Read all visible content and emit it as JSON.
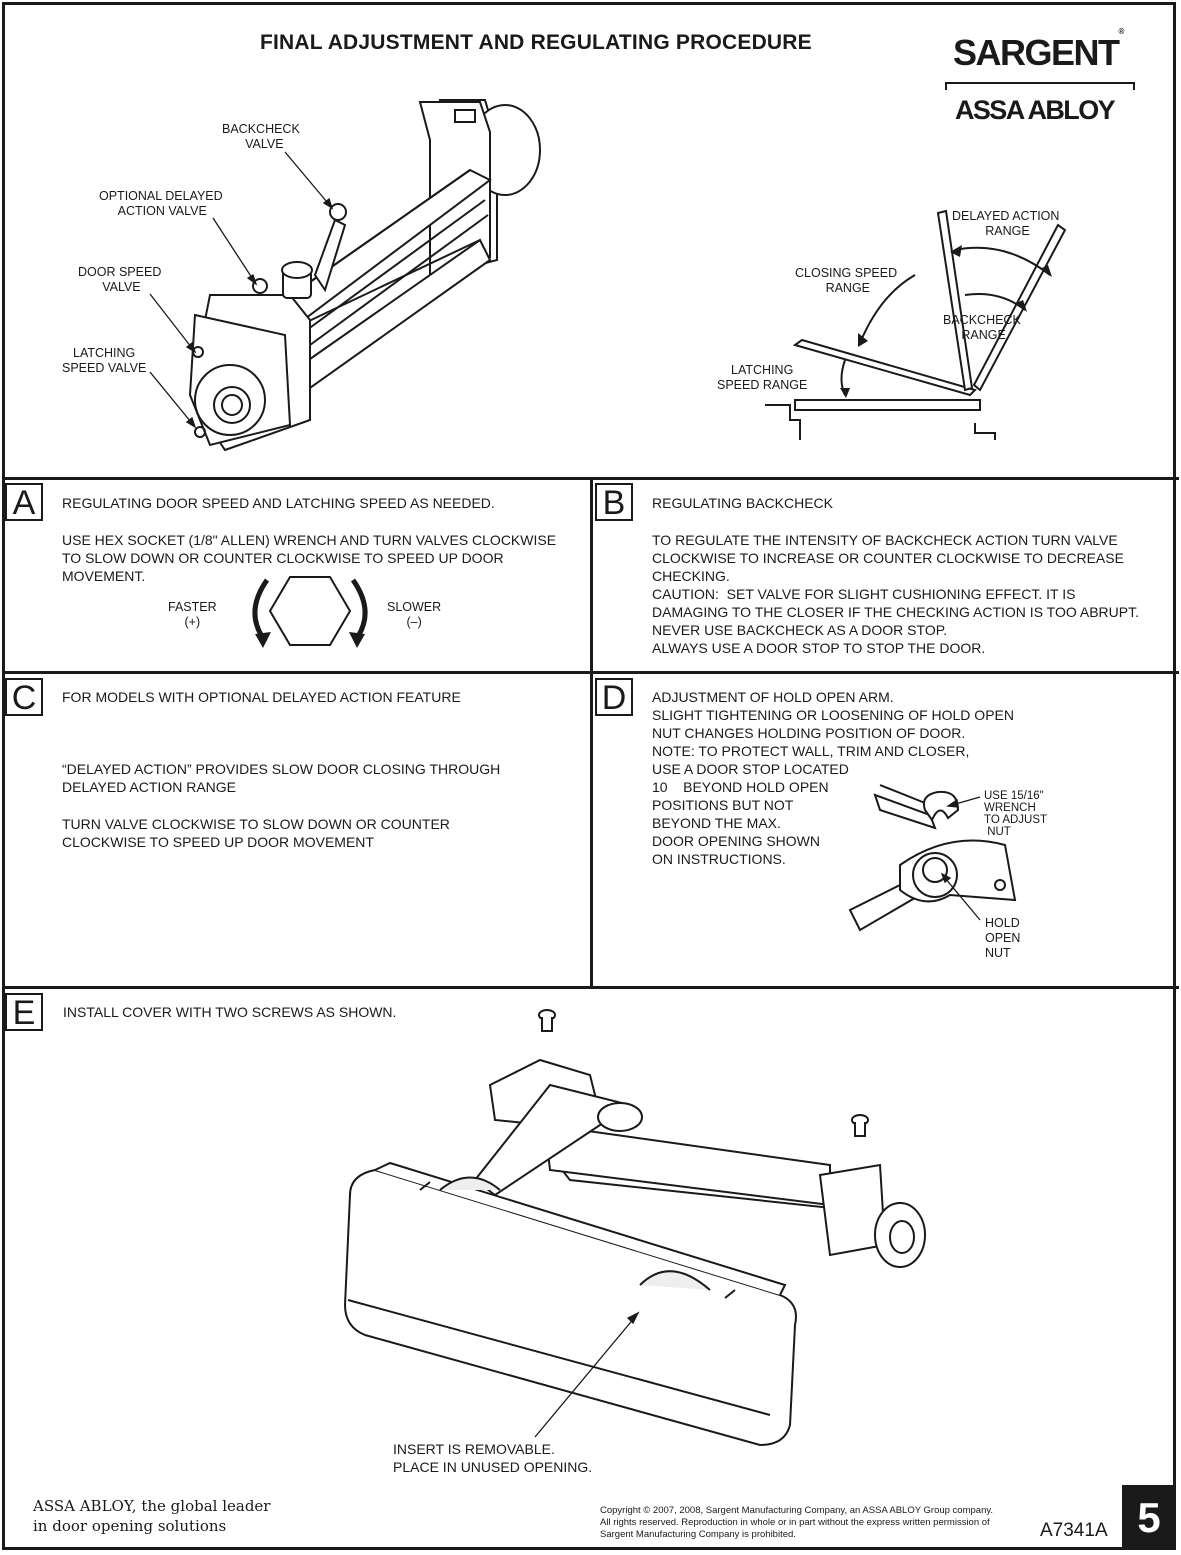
{
  "header": {
    "title": "FINAL ADJUSTMENT AND REGULATING PROCEDURE",
    "logo_brand": "SARGENT",
    "logo_reg": "®",
    "logo_group": "ASSA ABLOY"
  },
  "top_diagram": {
    "labels": {
      "backcheck_valve": "BACKCHECK\n  VALVE",
      "delayed_valve": "OPTIONAL DELAYED\n ACTION VALVE",
      "door_speed_valve": "DOOR SPEED\n VALVE",
      "latching_speed_valve": "LATCHING\nSPEED VALVE"
    }
  },
  "range_diagram": {
    "labels": {
      "delayed_action_range": "DELAYED ACTION\n RANGE",
      "closing_speed_range": "CLOSING SPEED\n RANGE",
      "backcheck_range": "BACKCHECK\n RANGE",
      "latching_speed_range": "LATCHING\nSPEED RANGE"
    }
  },
  "section_a": {
    "letter": "A",
    "heading": "REGULATING DOOR SPEED AND LATCHING SPEED AS NEEDED.",
    "body": "USE HEX SOCKET (1/8\" ALLEN) WRENCH AND TURN VALVES CLOCKWISE\nTO SLOW DOWN OR COUNTER CLOCKWISE TO SPEED UP DOOR\nMOVEMENT.",
    "faster": "FASTER\n(+)",
    "slower": "SLOWER\n(–)"
  },
  "section_b": {
    "letter": "B",
    "heading": "REGULATING BACKCHECK",
    "body": "TO REGULATE THE INTENSITY OF BACKCHECK ACTION TURN VALVE\nCLOCKWISE TO INCREASE OR COUNTER CLOCKWISE TO DECREASE\nCHECKING.\nCAUTION:  SET VALVE FOR SLIGHT CUSHIONING EFFECT. IT IS\nDAMAGING TO THE CLOSER IF THE CHECKING ACTION IS TOO ABRUPT.\nNEVER USE BACKCHECK AS A DOOR STOP.\nALWAYS USE A DOOR STOP TO STOP THE DOOR."
  },
  "section_c": {
    "letter": "C",
    "heading": "FOR MODELS WITH OPTIONAL DELAYED ACTION FEATURE",
    "body1": "“DELAYED ACTION” PROVIDES SLOW DOOR CLOSING THROUGH\nDELAYED ACTION RANGE",
    "body2": "TURN VALVE CLOCKWISE TO SLOW DOWN OR COUNTER\nCLOCKWISE TO SPEED UP DOOR MOVEMENT"
  },
  "section_d": {
    "letter": "D",
    "body": "ADJUSTMENT OF HOLD OPEN ARM.\nSLIGHT TIGHTENING OR LOOSENING OF HOLD OPEN\nNUT CHANGES HOLDING POSITION OF DOOR.\nNOTE: TO PROTECT WALL, TRIM AND CLOSER,\nUSE A DOOR STOP LOCATED\n10    BEYOND HOLD OPEN\nPOSITIONS BUT NOT\nBEYOND THE MAX.\nDOOR OPENING SHOWN\nON INSTRUCTIONS.",
    "wrench_label": "USE 15/16\"\nWRENCH\nTO ADJUST\n NUT",
    "nut_label": "HOLD\nOPEN\nNUT"
  },
  "section_e": {
    "letter": "E",
    "heading": "INSTALL COVER WITH TWO SCREWS AS SHOWN.",
    "insert_note": "INSERT IS REMOVABLE.\nPLACE IN UNUSED OPENING."
  },
  "footer": {
    "tagline": "ASSA ABLOY, the global leader\nin door opening solutions",
    "copyright": "Copyright © 2007, 2008, Sargent Manufacturing Company, an ASSA ABLOY Group company.\nAll rights reserved. Reproduction in whole or in part without the express written permission of\nSargent Manufacturing Company is prohibited.",
    "doc_id": "A7341A",
    "page_number": "5"
  }
}
